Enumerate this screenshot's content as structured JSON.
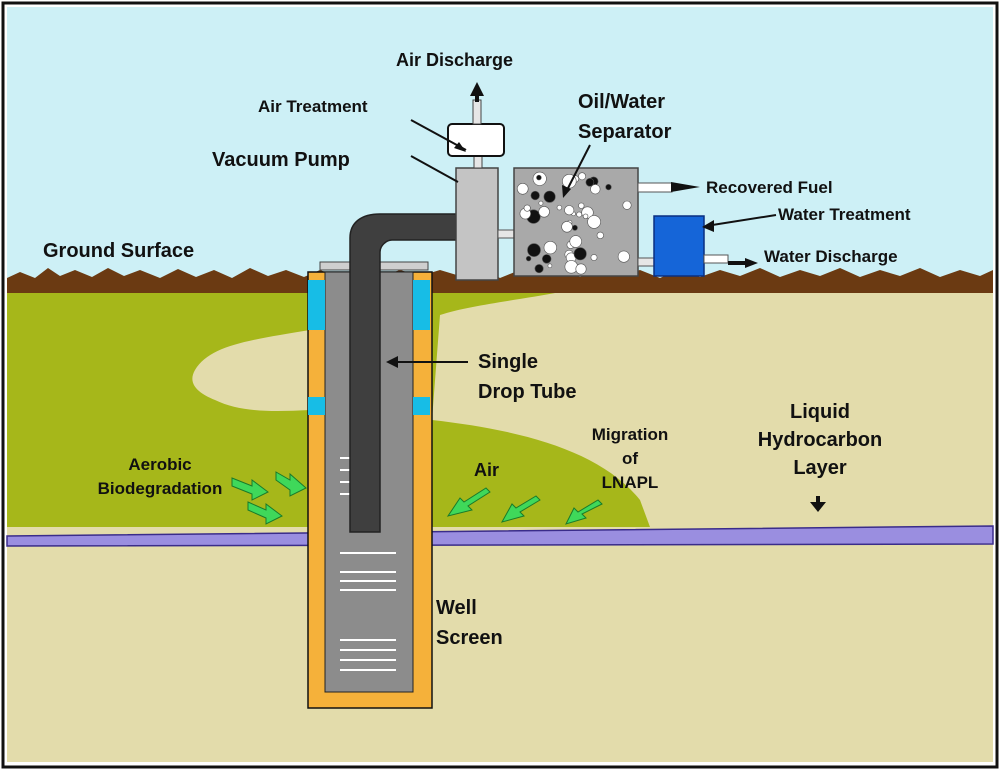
{
  "colors": {
    "sky": "#cdf0f6",
    "ground_surface": "#6b3a12",
    "upper_soil": "#a6b71a",
    "lower_soil": "#e3dcab",
    "hydrocarbon_layer": "#9a8ee0",
    "well_casing": "#f5b13a",
    "casing_inner": "#8c8c8c",
    "drop_tube": "#3f3f3f",
    "water_treatment_tank": "#1565d8",
    "seal_blue": "#17bde6",
    "green_arrows": "#3fd85a"
  },
  "labels": {
    "air_discharge": "Air Discharge",
    "air_treatment": "Air Treatment",
    "vacuum_pump": "Vacuum Pump",
    "oil_water_separator_line1": "Oil/Water",
    "oil_water_separator_line2": "Separator",
    "recovered_fuel": "Recovered Fuel",
    "water_treatment": "Water Treatment",
    "water_discharge": "Water Discharge",
    "ground_surface": "Ground Surface",
    "single_drop_tube_line1": "Single",
    "single_drop_tube_line2": "Drop Tube",
    "liquid_line1": "Liquid",
    "liquid_line2": "Hydrocarbon",
    "liquid_line3": "Layer",
    "migration_line1": "Migration",
    "migration_line2": "of",
    "migration_line3": "LNAPL",
    "air": "Air",
    "aerobic_line1": "Aerobic",
    "aerobic_line2": "Biodegradation",
    "well_line1": "Well",
    "well_line2": "Screen"
  },
  "icons": {
    "biodegradation_arrows": "green-curved-arrow-icon",
    "air_arrows": "green-arrow-icon",
    "discharge_arrows": "black-arrow-icon"
  }
}
